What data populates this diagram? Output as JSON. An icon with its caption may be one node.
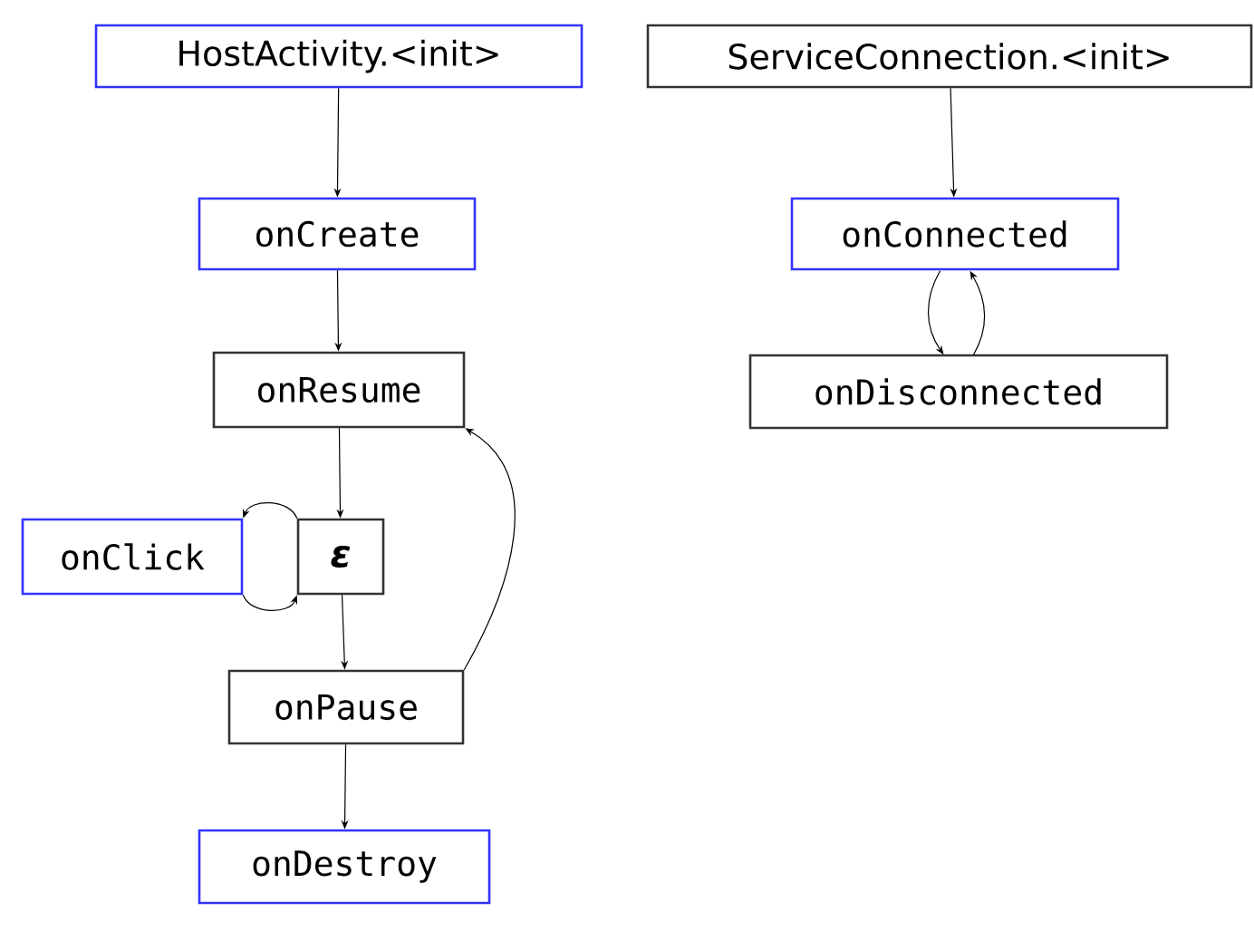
{
  "diagram": {
    "nodes": [
      {
        "text": [
          "HostActivity.<init>"
        ]
      },
      {
        "text": [
          "onCreate"
        ]
      },
      {
        "text": [
          "onResume"
        ]
      },
      {
        "text": [
          "onClick"
        ]
      },
      {
        "text": [
          "ε"
        ]
      },
      {
        "text": [
          "onPause"
        ]
      },
      {
        "text": [
          "onDestroy"
        ]
      },
      {
        "text": [
          "ServiceConnection.<init>"
        ]
      },
      {
        "text": [
          "onConnected"
        ]
      },
      {
        "text": [
          "onDisconnected"
        ]
      }
    ],
    "edges": [
      {
        "from": 0,
        "to": 1,
        "arrow": "to"
      },
      {
        "from": 1,
        "to": 2,
        "arrow": "to"
      },
      {
        "from": 2,
        "to": 4,
        "arrow": "to"
      },
      {
        "from": 4,
        "to": 3,
        "arrow": "to"
      },
      {
        "from": 3,
        "to": 4,
        "arrow": "to"
      },
      {
        "from": 4,
        "to": 5,
        "arrow": "to"
      },
      {
        "from": 5,
        "to": 2,
        "arrow": "to"
      },
      {
        "from": 5,
        "to": 6,
        "arrow": "to"
      },
      {
        "from": 7,
        "to": 8,
        "arrow": "to"
      },
      {
        "from": 8,
        "to": 9,
        "arrow": "to"
      },
      {
        "from": 9,
        "to": 8,
        "arrow": "to"
      }
    ]
  }
}
